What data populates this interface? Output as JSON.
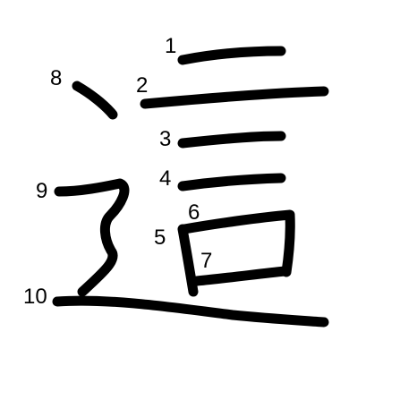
{
  "diagram": {
    "stroke_color": "#000000",
    "background": "#ffffff",
    "stroke_numbers": [
      "1",
      "2",
      "3",
      "4",
      "5",
      "6",
      "7",
      "8",
      "9",
      "10"
    ]
  }
}
